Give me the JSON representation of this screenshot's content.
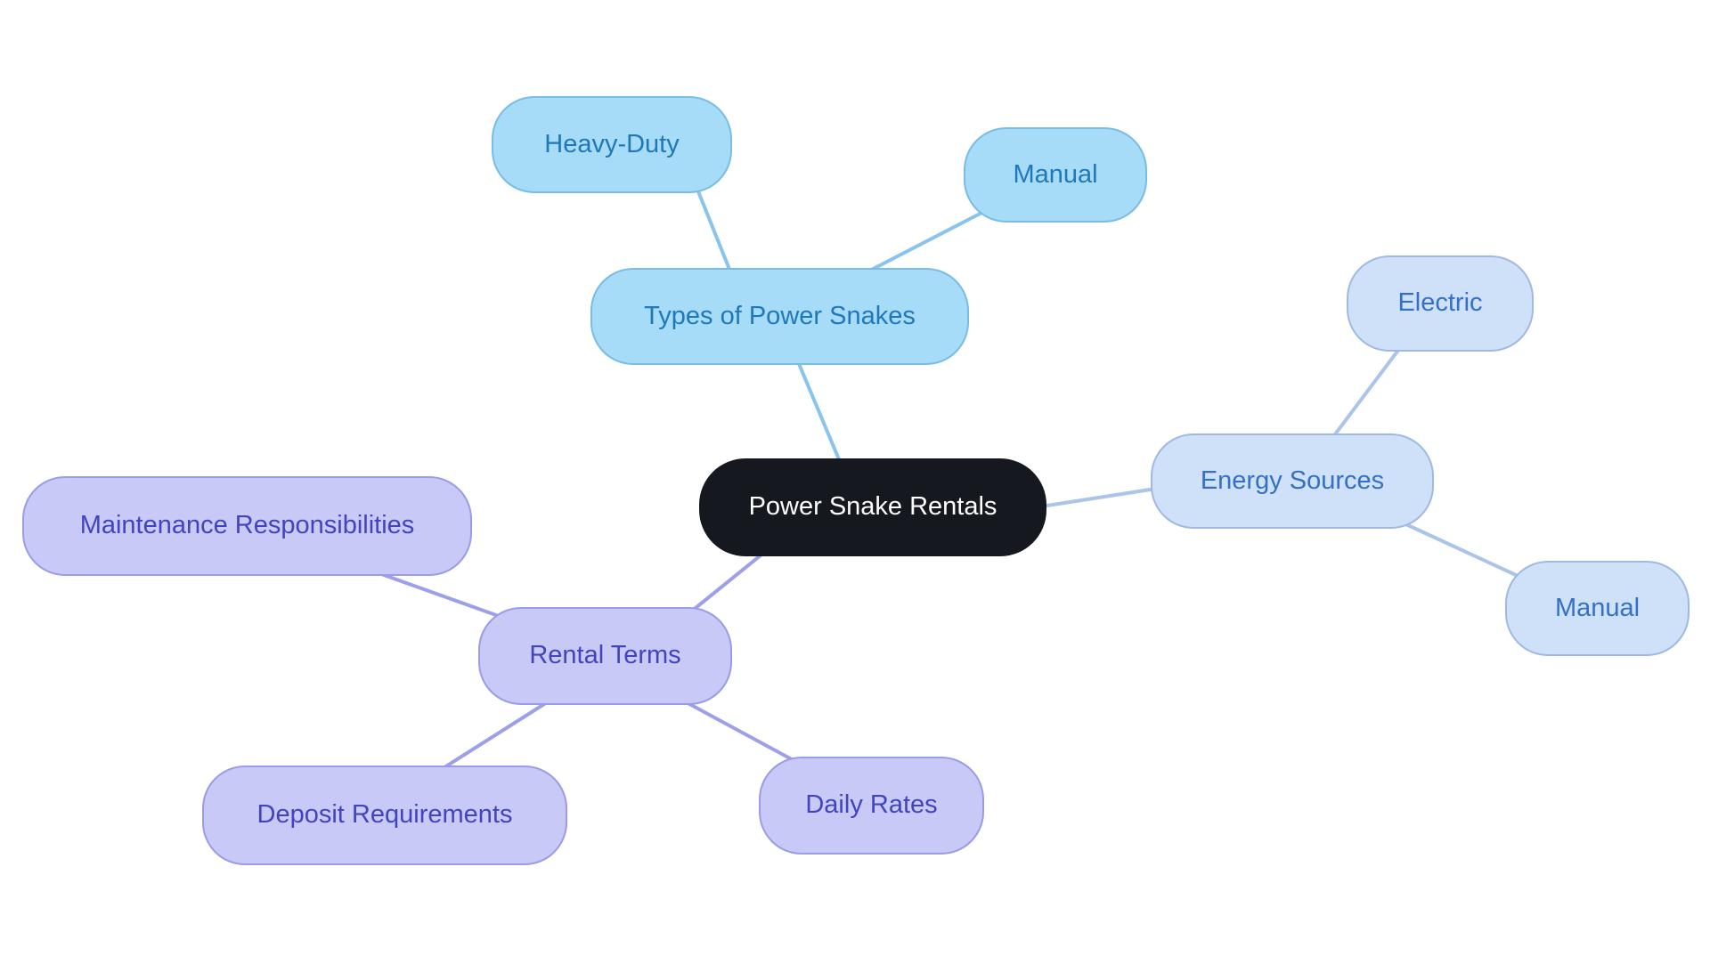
{
  "mindmap": {
    "type": "mindmap",
    "root": {
      "label": "Power Snake Rentals",
      "bg_color": "#15191f",
      "text_color": "#ffffff"
    },
    "branches": [
      {
        "label": "Types of Power Snakes",
        "fill_color": "#a6dcf7",
        "border_color": "#79bce4",
        "text_color": "#1f78ba",
        "edge_color": "#8ac4ec",
        "children": [
          {
            "label": "Heavy-Duty"
          },
          {
            "label": "Manual"
          }
        ]
      },
      {
        "label": "Energy Sources",
        "fill_color": "#cfe1f8",
        "border_color": "#9fb9e2",
        "text_color": "#3470c6",
        "edge_color": "#abc4ea",
        "children": [
          {
            "label": "Electric"
          },
          {
            "label": "Manual"
          }
        ]
      },
      {
        "label": "Rental Terms",
        "fill_color": "#c8c9f6",
        "border_color": "#999ce6",
        "text_color": "#4244be",
        "edge_color": "#9da0e8",
        "children": [
          {
            "label": "Maintenance Responsibilities"
          },
          {
            "label": "Deposit Requirements"
          },
          {
            "label": "Daily Rates"
          }
        ]
      }
    ],
    "edges": [
      {
        "from": "Power Snake Rentals",
        "to": "Types of Power Snakes"
      },
      {
        "from": "Types of Power Snakes",
        "to": "Heavy-Duty"
      },
      {
        "from": "Types of Power Snakes",
        "to": "Manual"
      },
      {
        "from": "Power Snake Rentals",
        "to": "Energy Sources"
      },
      {
        "from": "Energy Sources",
        "to": "Electric"
      },
      {
        "from": "Energy Sources",
        "to": "Manual"
      },
      {
        "from": "Power Snake Rentals",
        "to": "Rental Terms"
      },
      {
        "from": "Rental Terms",
        "to": "Maintenance Responsibilities"
      },
      {
        "from": "Rental Terms",
        "to": "Deposit Requirements"
      },
      {
        "from": "Rental Terms",
        "to": "Daily Rates"
      }
    ],
    "background_color": "#ffffff"
  }
}
